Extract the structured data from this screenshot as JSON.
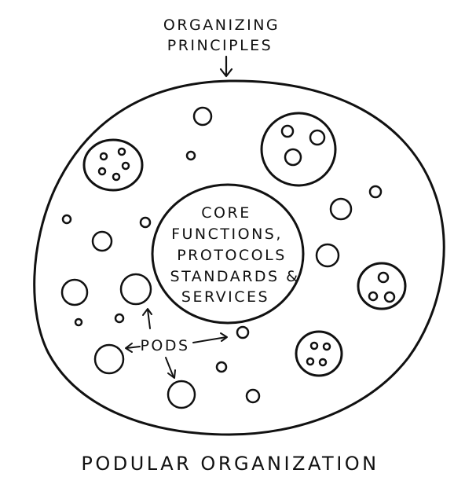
{
  "header": {
    "line1": "ORGANIZING",
    "line2": "PRINCIPLES"
  },
  "core": {
    "lines": [
      "CORE",
      "FUNCTIONS,",
      "PROTOCOLS",
      "STANDARDS &",
      "SERVICES"
    ]
  },
  "pods_label": "PODS",
  "caption": "PODULAR ORGANIZATION"
}
